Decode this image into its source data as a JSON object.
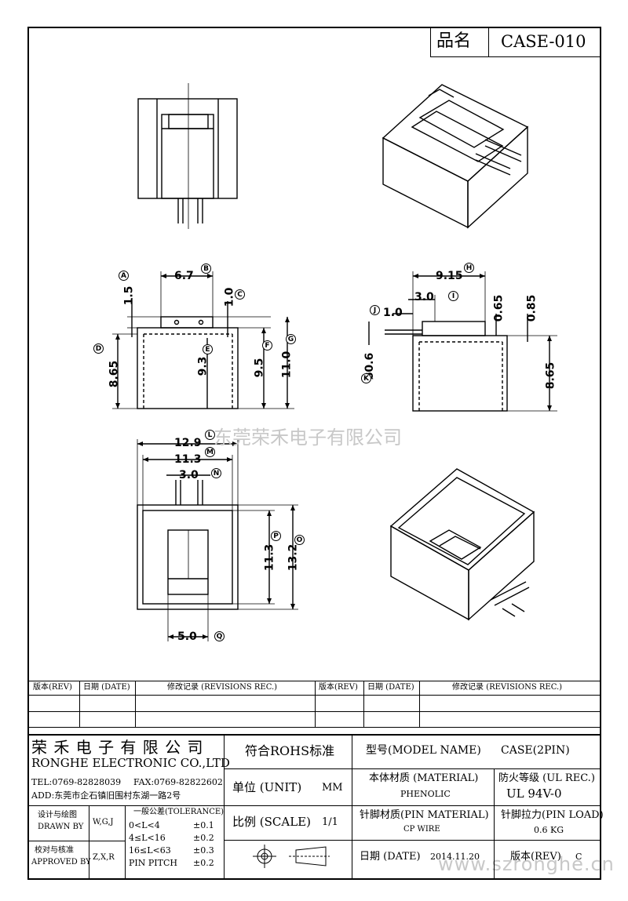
{
  "header": {
    "product_name_label": "品名",
    "product_code": "CASE-010"
  },
  "drawing": {
    "dimensions": {
      "A": "1.5",
      "B": "6.7",
      "C": "1.0",
      "D": "8.65",
      "E": "9.3",
      "F": "9.5",
      "G": "11.0",
      "H": "9.15",
      "I": "3.0",
      "J": "1.0",
      "K": "ø0.6",
      "R065": "0.65",
      "R085": "0.85",
      "R865": "8.65",
      "L": "12.9",
      "M": "11.3",
      "N": "3.0",
      "O": "13.2",
      "P": "11.3",
      "Q": "5.0"
    },
    "markers": [
      "A",
      "B",
      "C",
      "D",
      "E",
      "F",
      "G",
      "H",
      "I",
      "J",
      "K",
      "L",
      "M",
      "N",
      "O",
      "P",
      "Q"
    ]
  },
  "watermarks": {
    "company": "东莞荣禾电子有限公司",
    "url": "www.szronghe.cn"
  },
  "revisions": {
    "headers": [
      "版本(REV)",
      "日期 (DATE)",
      "修改记录 (REVISIONS REC.)",
      "版本(REV)",
      "日期 (DATE)",
      "修改记录 (REVISIONS REC.)"
    ]
  },
  "title_block": {
    "company_cn": "荣 禾 电 子 有 限 公 司",
    "company_en": "RONGHE ELECTRONIC CO.,LTD",
    "tel": "TEL:0769-82828039",
    "fax": "FAX:0769-82822602",
    "address": "ADD:东莞市企石镇旧围村东湖一路2号",
    "rohs": "符合ROHS标准",
    "model_label": "型号(MODEL NAME)",
    "model_value": "CASE(2PIN)",
    "unit_label": "单位 (UNIT)",
    "unit_value": "MM",
    "material_label": "本体材质 (MATERIAL)",
    "material_value": "PHENOLIC",
    "fire_label": "防火等级 (UL REC.)",
    "fire_value": "UL 94V-0",
    "drawn_label_cn": "设计与绘图",
    "drawn_label_en": "DRAWN BY",
    "drawn_value": "W,G,J",
    "approved_label_cn": "校对与核准",
    "approved_label_en": "APPROVED BY",
    "approved_value": "Z,X,R",
    "tolerance_title": "一般公差(TOLERANCE)",
    "tolerances": [
      {
        "range": "0<L<4",
        "value": "±0.1"
      },
      {
        "range": "4≤L<16",
        "value": "±0.2"
      },
      {
        "range": "16≤L<63",
        "value": "±0.3"
      },
      {
        "range": "PIN PITCH",
        "value": "±0.2"
      }
    ],
    "scale_label": "比例 (SCALE)",
    "scale_value": "1/1",
    "pin_material_label": "针脚材质(PIN MATERIAL)",
    "pin_material_value": "CP WIRE",
    "pin_load_label": "针脚拉力(PIN LOAD)",
    "pin_load_value": "0.6 KG",
    "date_label": "日期 (DATE)",
    "date_value": "2014.11.20",
    "version_label": "版本(REV)",
    "version_value": "C"
  }
}
